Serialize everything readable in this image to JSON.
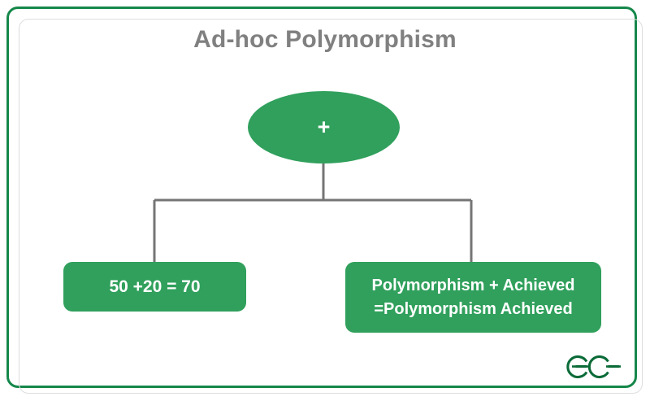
{
  "diagram": {
    "title": "Ad-hoc Polymorphism",
    "type": "tree-diagram",
    "root": {
      "shape": "ellipse",
      "label": "+",
      "icon": "plus-operator-icon"
    },
    "leaves": [
      {
        "id": "leaf-left",
        "shape": "rounded-rect",
        "lines": [
          "50 +20 = 70"
        ]
      },
      {
        "id": "leaf-right",
        "shape": "rounded-rect",
        "lines": [
          "Polymorphism + Achieved",
          "=Polymorphism Achieved"
        ]
      }
    ]
  },
  "colors": {
    "node_green": "#30a05c",
    "frame_green": "#15874a",
    "frame_inner_gray": "#dddddd",
    "title_gray": "#808080",
    "connector_gray": "#757575",
    "node_text": "#ffffff",
    "logo_green": "#0b6b38",
    "background": "#ffffff"
  },
  "branding": {
    "logo_name": "geeksforgeeks-logo",
    "logo_text": "ƎG"
  }
}
